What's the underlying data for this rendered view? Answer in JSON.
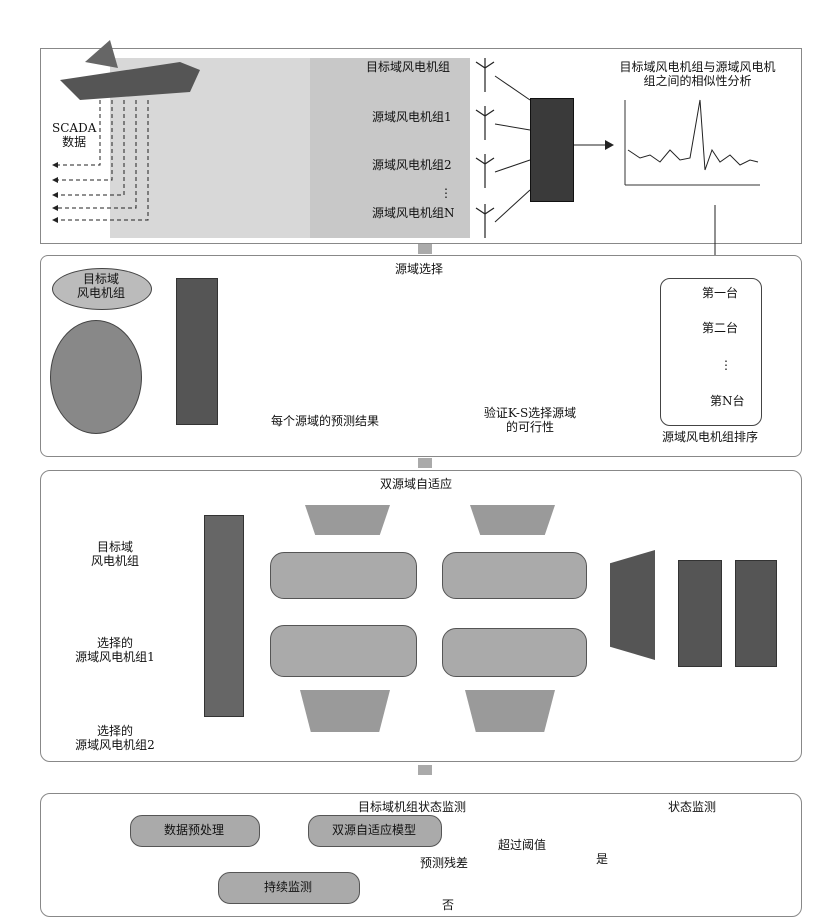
{
  "panel1": {
    "scada_label": "SCADA\n数据",
    "target_turbine": "目标域风电机组",
    "source_1": "源域风电机组1",
    "source_2": "源域风电机组2",
    "dots": "⋮",
    "source_n": "源域风电机组N",
    "similarity_title": "目标域风电机组与源域风电机组之间的相似性分析"
  },
  "panel2": {
    "header": "源域选择",
    "target_bubble": "目标域\n风电机组",
    "prediction_caption": "每个源域的预测结果",
    "validation_caption": "验证K-S选择源域\n的可行性",
    "rank_1": "第一台",
    "rank_2": "第二台",
    "rank_dots": "⋮",
    "rank_n": "第N台",
    "ranking_caption": "源域风电机组排序"
  },
  "panel3": {
    "header": "双源域自适应",
    "input_target": "目标域\n风电机组",
    "input_source1": "选择的\n源域风电机组1",
    "input_source2": "选择的\n源域风电机组2"
  },
  "panel4": {
    "header": "目标域机组状态监测",
    "monitor_title": "状态监测",
    "box_preprocess": "数据预处理",
    "box_model": "双源自适应模型",
    "diamond": "超过阈值",
    "residual": "预测残差",
    "yes": "是",
    "no": "否",
    "box_continue": "持续监测"
  },
  "colors": {
    "dark_block": "#3a3a3a",
    "gray_block": "#9a9a9a",
    "border": "#888888"
  }
}
